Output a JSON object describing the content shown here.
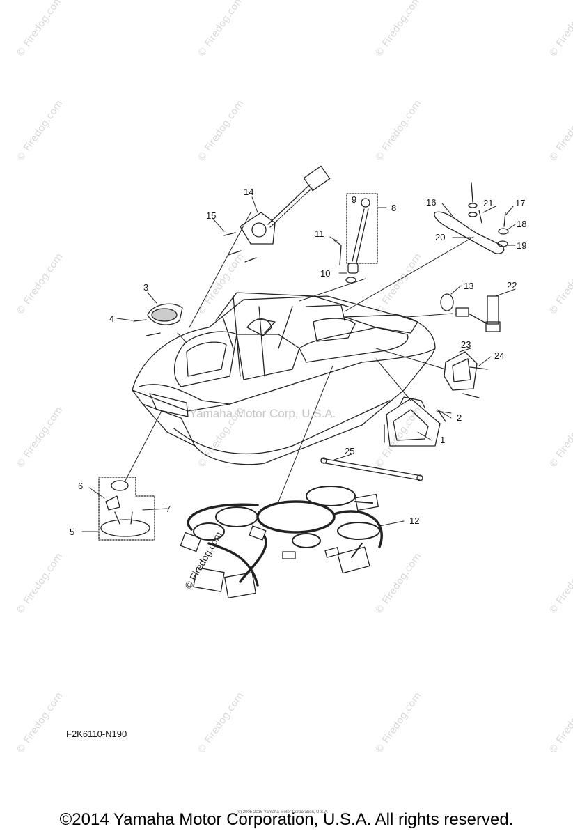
{
  "watermark_text": "© Firedog.com",
  "center_watermark": "Yamaha Motor Corp, U.S.A.",
  "diagram_code": "F2K6110-N190",
  "tiny_copyright": "(c) 2005-2016 Yamaha Motor Corporation, U.S.A.",
  "copyright": "©2014 Yamaha Motor Corporation, U.S.A. All rights reserved.",
  "callouts": [
    "1",
    "2",
    "3",
    "4",
    "5",
    "6",
    "7",
    "8",
    "9",
    "10",
    "11",
    "12",
    "13",
    "14",
    "15",
    "16",
    "17",
    "18",
    "19",
    "20",
    "21",
    "22",
    "23",
    "24",
    "25"
  ]
}
